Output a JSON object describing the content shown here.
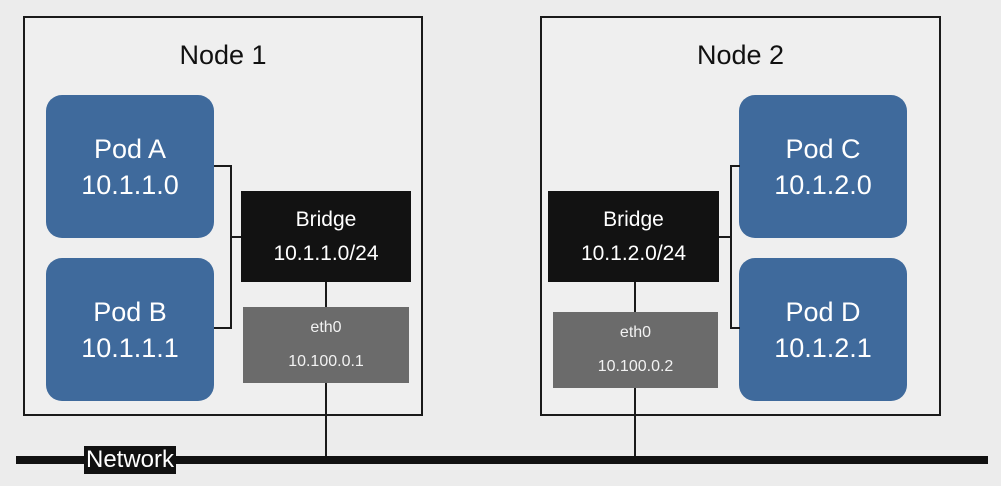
{
  "nodes": [
    {
      "title": "Node 1",
      "pods": [
        {
          "name": "Pod A",
          "ip": "10.1.1.0"
        },
        {
          "name": "Pod B",
          "ip": "10.1.1.1"
        }
      ],
      "bridge": {
        "label": "Bridge",
        "cidr": "10.1.1.0/24"
      },
      "eth": {
        "label": "eth0",
        "ip": "10.100.0.1"
      }
    },
    {
      "title": "Node 2",
      "pods": [
        {
          "name": "Pod C",
          "ip": "10.1.2.0"
        },
        {
          "name": "Pod D",
          "ip": "10.1.2.1"
        }
      ],
      "bridge": {
        "label": "Bridge",
        "cidr": "10.1.2.0/24"
      },
      "eth": {
        "label": "eth0",
        "ip": "10.100.0.2"
      }
    }
  ],
  "network": {
    "label": "Network"
  },
  "colors": {
    "pod": "#3f6a9c",
    "bridge": "#121212",
    "eth": "#6b6b6b",
    "background": "#ececec"
  }
}
